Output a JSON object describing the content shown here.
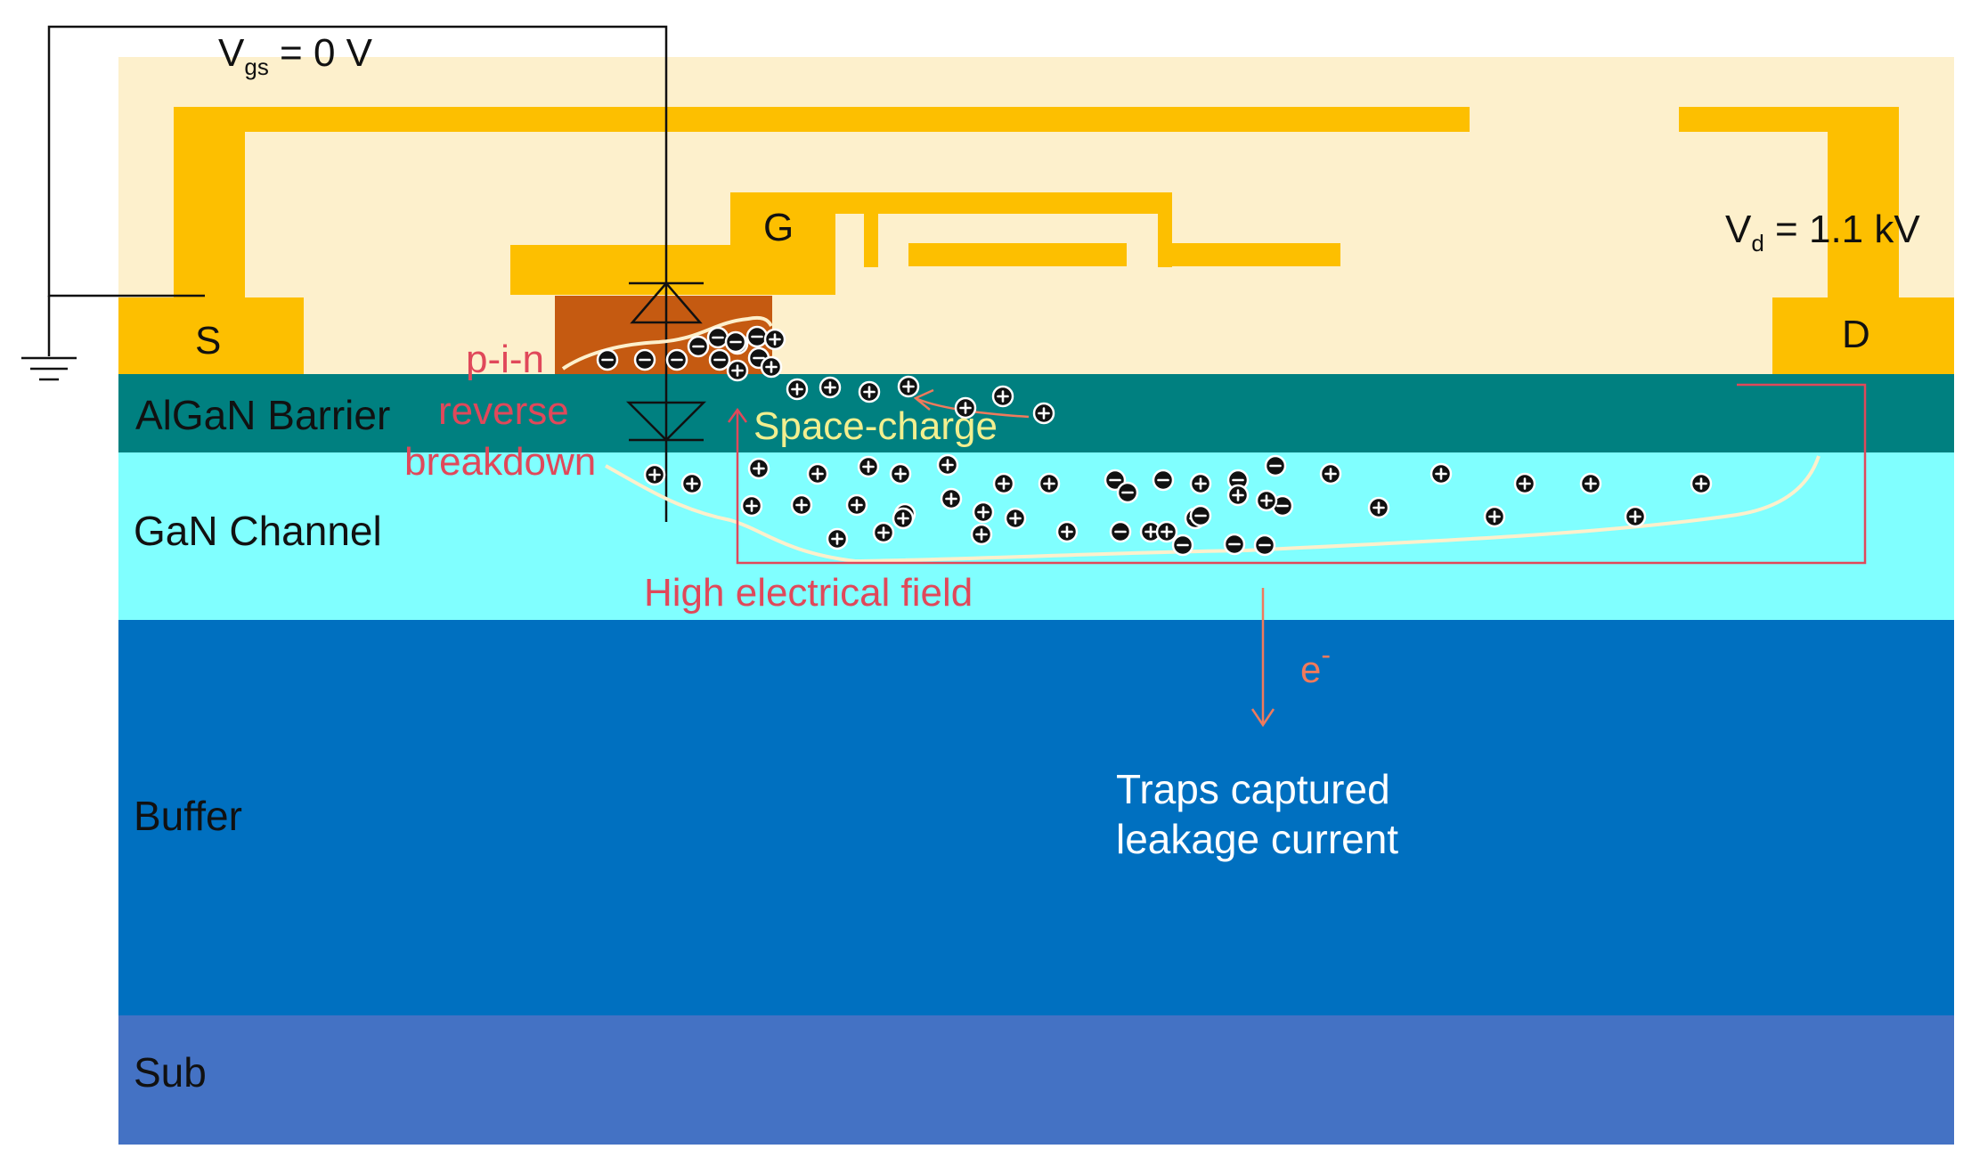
{
  "colors": {
    "passivation": "#fdf0cc",
    "metal": "#fdbf00",
    "p_gan": "#c55a11",
    "algan": "#008080",
    "gan_channel": "#80ffff",
    "buffer": "#0070c0",
    "substrate": "#4472c4",
    "red_label": "#e0485a",
    "yellow_label": "#f2ef8f",
    "arrow_orange": "#f07a5c"
  },
  "layers": {
    "algan_barrier": "AlGaN Barrier",
    "gan_channel": "GaN Channel",
    "buffer": "Buffer",
    "substrate": "Sub"
  },
  "terminals": {
    "source": "S",
    "gate": "G",
    "drain": "D"
  },
  "bias": {
    "vgs_main": "V",
    "vgs_sub": "gs",
    "vgs_value": " = 0 V",
    "vd_main": "V",
    "vd_sub": "d",
    "vd_value": " = 1.1 kV"
  },
  "annotations": {
    "pin_line1": "p-i-n",
    "pin_line2": "reverse",
    "pin_line3": "breakdown",
    "space_charge": "Space-charge",
    "high_field": "High electrical field",
    "electron_main": "e",
    "electron_sup": "-",
    "traps_line1": "Traps captured",
    "traps_line2": "leakage current"
  },
  "charges": {
    "negative_symbol": "negative-charge-icon",
    "positive_symbol": "positive-charge-icon"
  }
}
